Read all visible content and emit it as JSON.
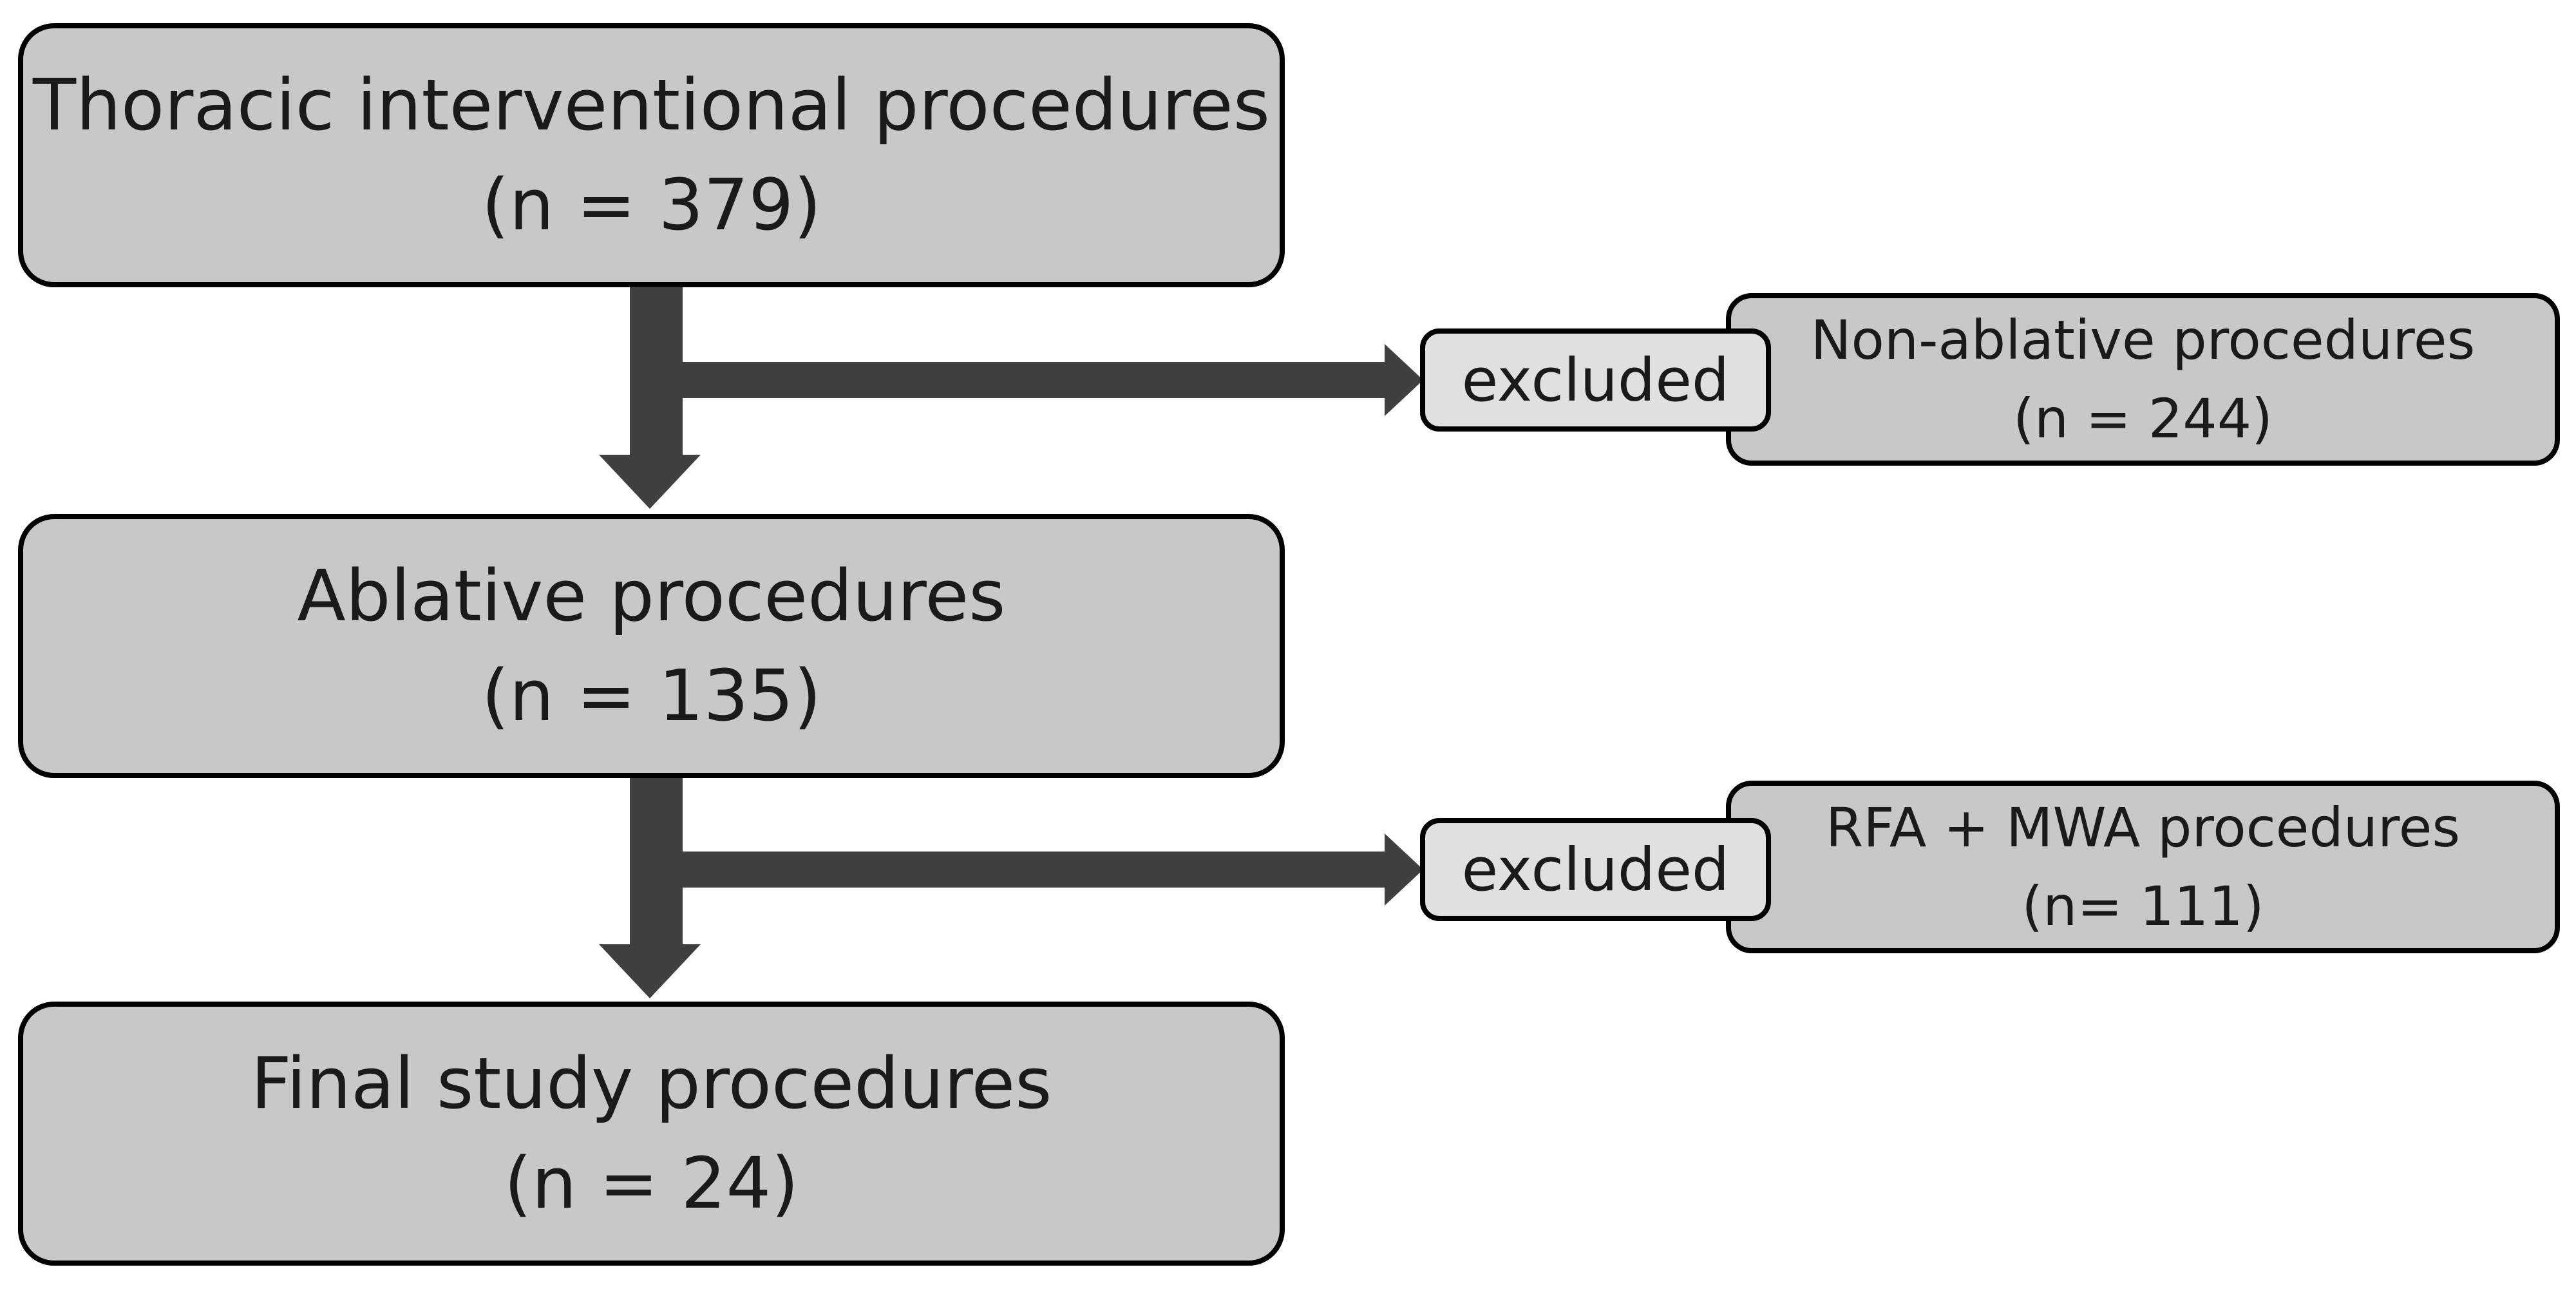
{
  "colors": {
    "box_fill": "#c8c8c8",
    "tag_fill": "#e0e0e0",
    "border": "#000000",
    "arrow": "#404040",
    "text": "#1a1a1a"
  },
  "steps": [
    {
      "title": "Thoracic interventional procedures",
      "count": "(n = 379)"
    },
    {
      "title": "Ablative procedures",
      "count": "(n = 135)"
    },
    {
      "title": "Final study procedures",
      "count": "(n = 24)"
    }
  ],
  "exclusions": [
    {
      "tag": "excluded",
      "title": "Non-ablative procedures",
      "count": "(n = 244)"
    },
    {
      "tag": "excluded",
      "title": "RFA + MWA procedures",
      "count": "(n= 111)"
    }
  ]
}
